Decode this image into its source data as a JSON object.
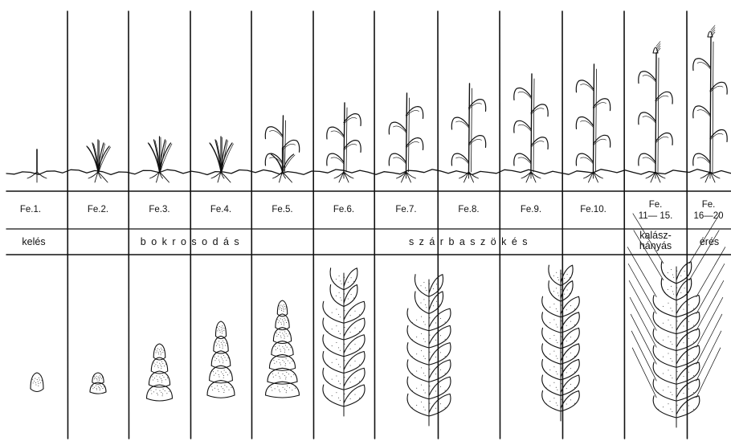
{
  "columns": [
    {
      "label": [
        "Fe.1."
      ]
    },
    {
      "label": [
        "Fe.2."
      ]
    },
    {
      "label": [
        "Fe.3."
      ]
    },
    {
      "label": [
        "Fe.4."
      ]
    },
    {
      "label": [
        "Fe.5."
      ]
    },
    {
      "label": [
        "Fe.6."
      ]
    },
    {
      "label": [
        "Fe.7."
      ]
    },
    {
      "label": [
        "Fe.8."
      ]
    },
    {
      "label": [
        "Fe.9."
      ]
    },
    {
      "label": [
        "Fe.10."
      ]
    },
    {
      "label": [
        "Fe.",
        "11— 15."
      ]
    },
    {
      "label": [
        "Fe.",
        "16—20"
      ]
    }
  ],
  "phases": [
    {
      "name": "kelés",
      "spaced": false,
      "from": 0,
      "to": 0
    },
    {
      "name": "b o k r o s o d á s",
      "spaced": true,
      "from": 1,
      "to": 4
    },
    {
      "name": "s z á r b a s z ö k é s",
      "spaced": true,
      "from": 5,
      "to": 9
    },
    {
      "name": [
        "kalász-",
        "hányás"
      ],
      "spaced": false,
      "from": 10,
      "to": 10
    },
    {
      "name": "érés",
      "spaced": false,
      "from": 11,
      "to": 11
    }
  ]
}
